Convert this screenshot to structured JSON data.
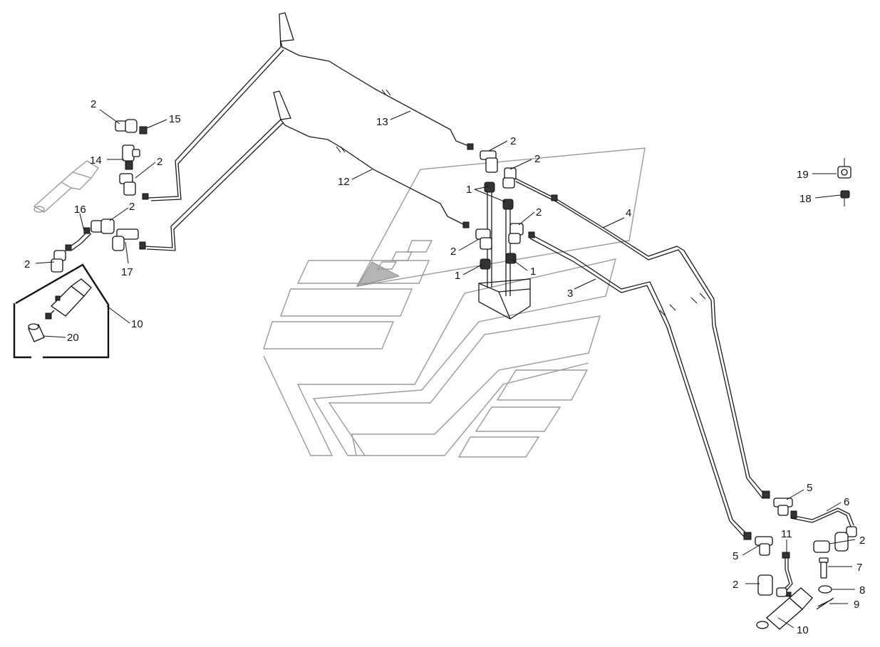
{
  "callouts": [
    {
      "id": "c-2-a",
      "label": "2"
    },
    {
      "id": "c-15",
      "label": "15"
    },
    {
      "id": "c-14",
      "label": "14"
    },
    {
      "id": "c-2-b",
      "label": "2"
    },
    {
      "id": "c-16",
      "label": "16"
    },
    {
      "id": "c-2-c",
      "label": "2"
    },
    {
      "id": "c-2-d",
      "label": "2"
    },
    {
      "id": "c-17",
      "label": "17"
    },
    {
      "id": "c-10-a",
      "label": "10"
    },
    {
      "id": "c-20",
      "label": "20"
    },
    {
      "id": "c-13",
      "label": "13"
    },
    {
      "id": "c-12",
      "label": "12"
    },
    {
      "id": "c-2-e",
      "label": "2"
    },
    {
      "id": "c-2-f",
      "label": "2"
    },
    {
      "id": "c-1-a",
      "label": "1"
    },
    {
      "id": "c-2-g",
      "label": "2"
    },
    {
      "id": "c-2-h",
      "label": "2"
    },
    {
      "id": "c-1-b",
      "label": "1"
    },
    {
      "id": "c-1-c",
      "label": "1"
    },
    {
      "id": "c-4",
      "label": "4"
    },
    {
      "id": "c-3",
      "label": "3"
    },
    {
      "id": "c-19",
      "label": "19"
    },
    {
      "id": "c-18",
      "label": "18"
    },
    {
      "id": "c-5-a",
      "label": "5"
    },
    {
      "id": "c-6",
      "label": "6"
    },
    {
      "id": "c-2-i",
      "label": "2"
    },
    {
      "id": "c-11",
      "label": "11"
    },
    {
      "id": "c-5-b",
      "label": "5"
    },
    {
      "id": "c-7",
      "label": "7"
    },
    {
      "id": "c-2-j",
      "label": "2"
    },
    {
      "id": "c-8",
      "label": "8"
    },
    {
      "id": "c-9",
      "label": "9"
    },
    {
      "id": "c-10-b",
      "label": "10"
    }
  ],
  "colors": {
    "line": "#1a1a1a",
    "ghost": "#9a9a9a",
    "background": "#ffffff"
  }
}
